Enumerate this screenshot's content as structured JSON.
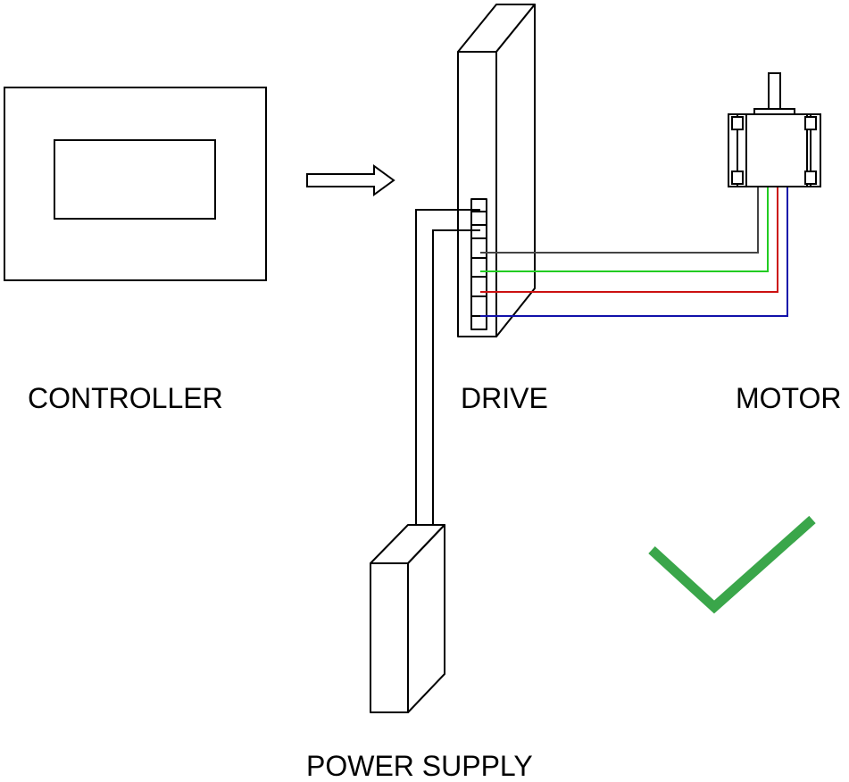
{
  "labels": {
    "controller": "CONTROLLER",
    "drive": "DRIVE",
    "motor": "MOTOR",
    "power_supply": "POWER SUPPLY"
  },
  "colors": {
    "outline": "#000000",
    "wire_black": "#444444",
    "wire_green": "#22cc22",
    "wire_red": "#cc1111",
    "wire_blue": "#1111aa",
    "check": "#3aa64a"
  },
  "icons": {
    "signal_arrow": "right-arrow-icon",
    "status": "checkmark-icon"
  }
}
